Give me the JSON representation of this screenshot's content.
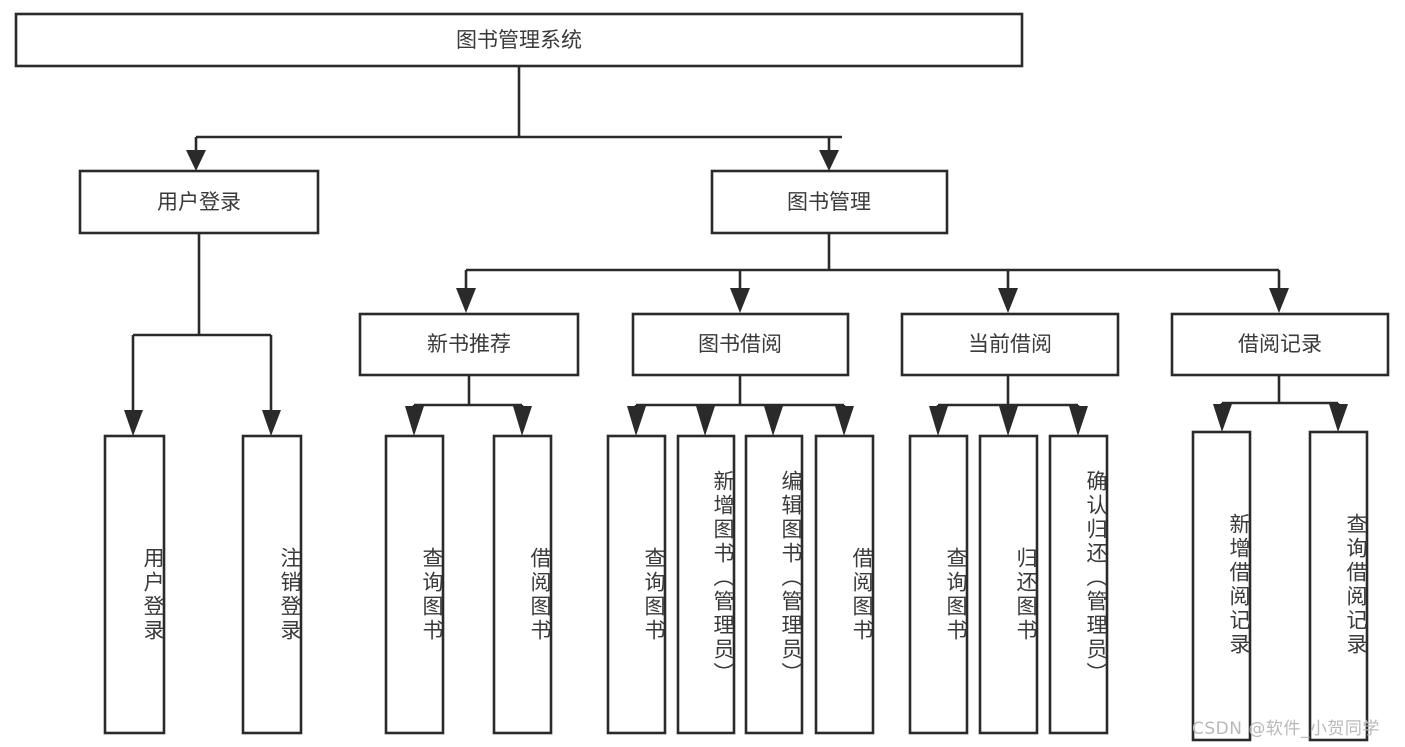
{
  "diagram": {
    "type": "tree-hierarchy-functional-decomposition",
    "root": {
      "id": "root",
      "label": "图书管理系统"
    },
    "level2": [
      {
        "id": "user-login",
        "label": "用户登录"
      },
      {
        "id": "book-management",
        "label": "图书管理"
      }
    ],
    "level3": [
      {
        "id": "new-book-recommend",
        "label": "新书推荐",
        "parent": "book-management"
      },
      {
        "id": "book-borrow",
        "label": "图书借阅",
        "parent": "book-management"
      },
      {
        "id": "current-borrow",
        "label": "当前借阅",
        "parent": "book-management"
      },
      {
        "id": "borrow-record",
        "label": "借阅记录",
        "parent": "book-management"
      }
    ],
    "leaves": [
      {
        "id": "leaf-user-login",
        "label": "用户登录",
        "parent": "user-login"
      },
      {
        "id": "leaf-logout-login",
        "label": "注销登录",
        "parent": "user-login"
      },
      {
        "id": "leaf-query-book-1",
        "label": "查询图书",
        "parent": "new-book-recommend"
      },
      {
        "id": "leaf-borrow-book-1",
        "label": "借阅图书",
        "parent": "new-book-recommend"
      },
      {
        "id": "leaf-query-book-2",
        "label": "查询图书",
        "parent": "book-borrow"
      },
      {
        "id": "leaf-add-book",
        "label": "新增图书（管理员）",
        "parent": "book-borrow"
      },
      {
        "id": "leaf-edit-book",
        "label": "编辑图书（管理员）",
        "parent": "book-borrow"
      },
      {
        "id": "leaf-borrow-book-2",
        "label": "借阅图书",
        "parent": "book-borrow"
      },
      {
        "id": "leaf-query-book-3",
        "label": "查询图书",
        "parent": "current-borrow"
      },
      {
        "id": "leaf-return-book",
        "label": "归还图书",
        "parent": "current-borrow"
      },
      {
        "id": "leaf-confirm-return",
        "label": "确认归还（管理员）",
        "parent": "current-borrow"
      },
      {
        "id": "leaf-add-record",
        "label": "新增借阅记录",
        "parent": "borrow-record"
      },
      {
        "id": "leaf-query-record",
        "label": "查询借阅记录",
        "parent": "borrow-record"
      }
    ],
    "colors": {
      "stroke": "#2a2a2a",
      "box_fill": "#ffffff",
      "text": "#3a3a3a",
      "background": "#ffffff",
      "watermark": "#b9b9b9"
    }
  },
  "watermark": {
    "text": "CSDN @软件_小贺同学"
  }
}
